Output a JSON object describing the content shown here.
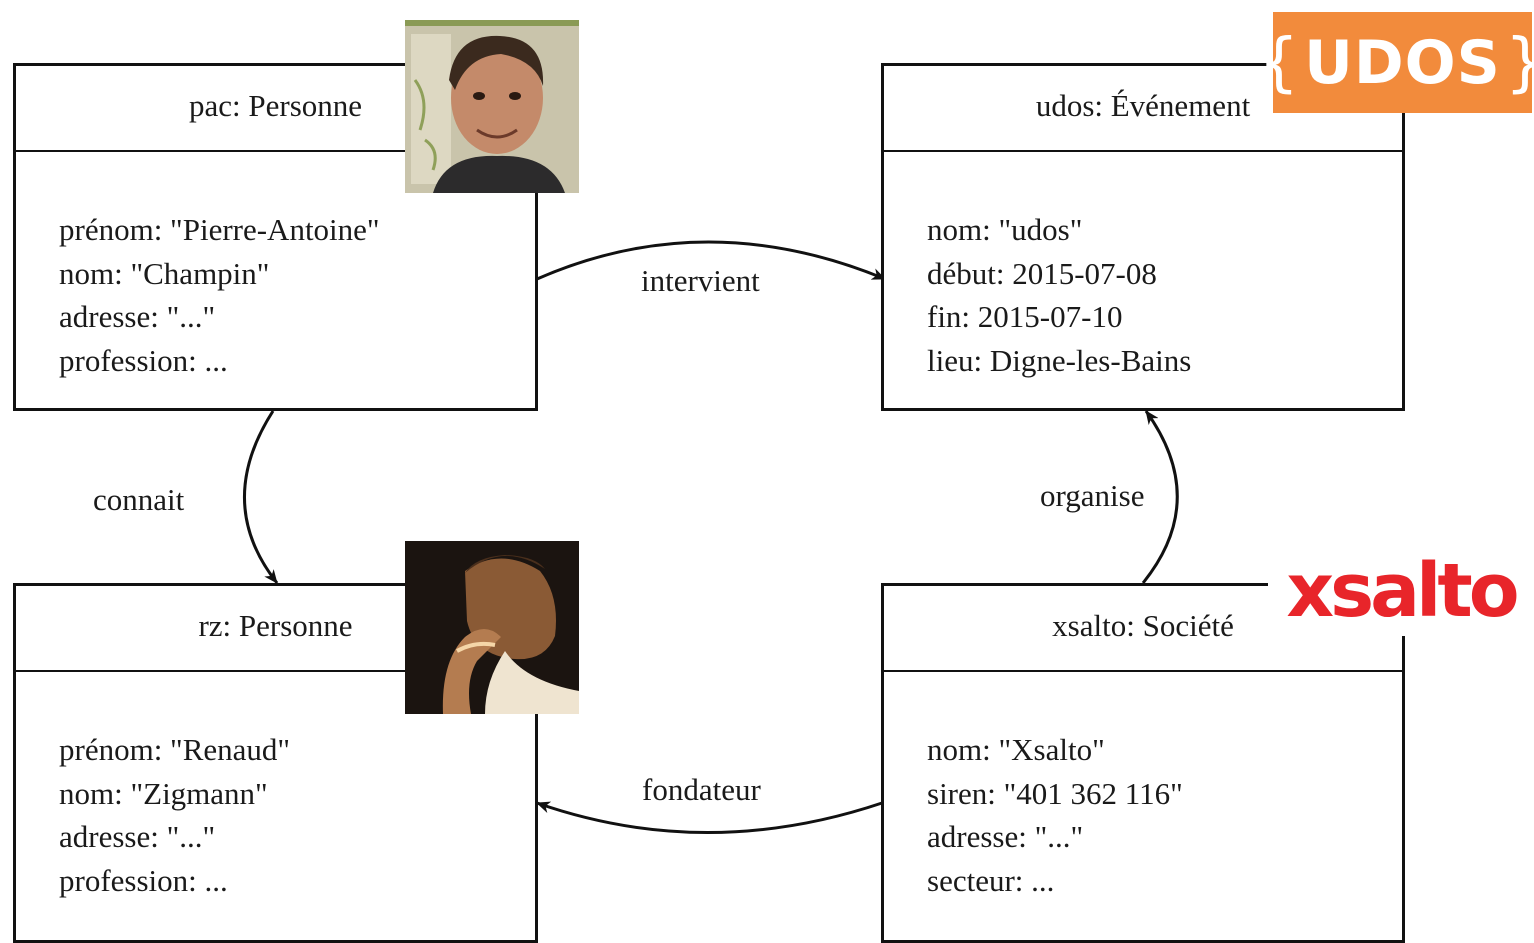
{
  "nodes": {
    "pac": {
      "title": "pac: Personne",
      "attributes": [
        "prénom: \"Pierre-Antoine\"",
        "nom: \"Champin\"",
        "adresse: \"...\"",
        "profession: ..."
      ]
    },
    "udos": {
      "title": "udos: Événement",
      "attributes": [
        "nom: \"udos\"",
        "début: 2015-07-08",
        "fin: 2015-07-10",
        "lieu: Digne-les-Bains"
      ]
    },
    "rz": {
      "title": "rz: Personne",
      "attributes": [
        "prénom: \"Renaud\"",
        "nom: \"Zigmann\"",
        "adresse: \"...\"",
        "profession: ..."
      ]
    },
    "xsalto": {
      "title": "xsalto: Société",
      "attributes": [
        "nom: \"Xsalto\"",
        "siren: \"401 362 116\"",
        "adresse: \"...\"",
        "secteur: ..."
      ]
    }
  },
  "edges": {
    "intervient": "intervient",
    "connait": "connait",
    "organise": "organise",
    "fondateur": "fondateur"
  },
  "logos": {
    "udos": {
      "brace_open": "{",
      "text": "UDOS",
      "brace_close": "}",
      "color": "#f28b3c"
    },
    "xsalto": {
      "text": "xsalto",
      "color": "#e8252a"
    }
  },
  "icons": {
    "pac_photo": "person-portrait-photo",
    "rz_photo": "person-portrait-sepia-photo"
  }
}
